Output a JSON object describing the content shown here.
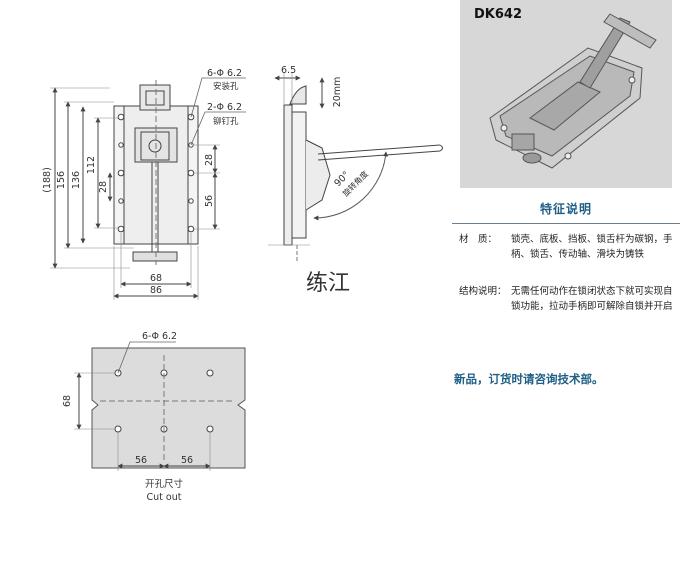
{
  "product": {
    "model": "DK642",
    "section_title": "特征说明",
    "specs": [
      {
        "label": "材　质：",
        "text": "锁壳、底板、挡板、锁舌杆为碳钢，手柄、锁舌、传动轴、滑块为铸铁"
      },
      {
        "label": "结构说明：",
        "text": "无需任何动作在锁闭状态下就可实现自锁功能，拉动手柄即可解除自锁并开启"
      }
    ],
    "notice": "新品，订货时请咨询技术部。"
  },
  "front_view": {
    "hole_callout_1": "6-Φ 6.2",
    "hole_callout_1_note": "安装孔",
    "hole_callout_2": "2-Φ 6.2",
    "hole_callout_2_note": "铆钉孔",
    "dims_left": [
      "(188)",
      "156",
      "136",
      "112",
      "28"
    ],
    "dim_28_right": "28",
    "dim_56_right": "56",
    "dim_68": "68",
    "dim_86": "86"
  },
  "side_view": {
    "dim_6_5": "6.5",
    "dim_20mm": "20mm",
    "angle": "90°",
    "angle_note": "旋转角度"
  },
  "cutout": {
    "hole_callout": "6-Φ 6.2",
    "dim_68": "68",
    "dim_56_a": "56",
    "dim_56_b": "56",
    "caption_cn": "开孔尺寸",
    "caption_en": "Cut out"
  },
  "watermark": "练江"
}
